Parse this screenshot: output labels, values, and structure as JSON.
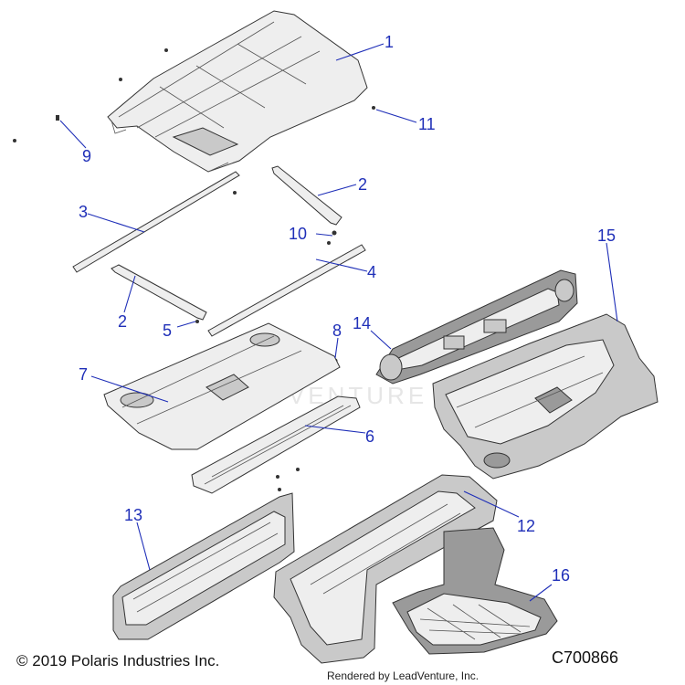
{
  "watermark": "LEADVENTURE",
  "copyright": "© 2019 Polaris Industries Inc.",
  "diagram_code": "C700866",
  "rendered_by": "Rendered by LeadVenture, Inc.",
  "callouts": [
    {
      "label": "1"
    },
    {
      "label": "2"
    },
    {
      "label": "3"
    },
    {
      "label": "10"
    },
    {
      "label": "4"
    },
    {
      "label": "2"
    },
    {
      "label": "5"
    },
    {
      "label": "8"
    },
    {
      "label": "14"
    },
    {
      "label": "7"
    },
    {
      "label": "6"
    },
    {
      "label": "15"
    },
    {
      "label": "13"
    },
    {
      "label": "12"
    },
    {
      "label": "16"
    },
    {
      "label": "9"
    },
    {
      "label": "11"
    }
  ]
}
